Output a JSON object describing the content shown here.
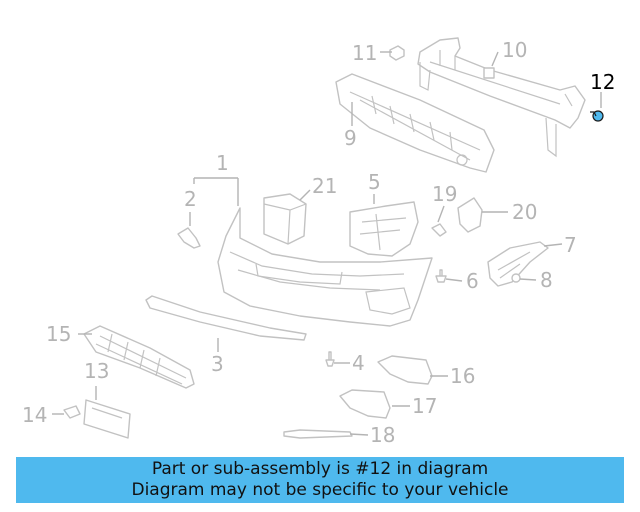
{
  "highlight_color": "#4fb9ee",
  "label_color": "#b4b4b4",
  "callouts": {
    "c1": "1",
    "c2": "2",
    "c3": "3",
    "c4": "4",
    "c5": "5",
    "c6": "6",
    "c7": "7",
    "c8": "8",
    "c9": "9",
    "c10": "10",
    "c11": "11",
    "c12": "12",
    "c13": "13",
    "c14": "14",
    "c15": "15",
    "c16": "16",
    "c17": "17",
    "c18": "18",
    "c19": "19",
    "c20": "20",
    "c21": "21"
  },
  "highlighted_part": "12",
  "banner": {
    "line1": "Part or sub-assembly is #12 in diagram",
    "line2": "Diagram may not be specific to your vehicle"
  }
}
